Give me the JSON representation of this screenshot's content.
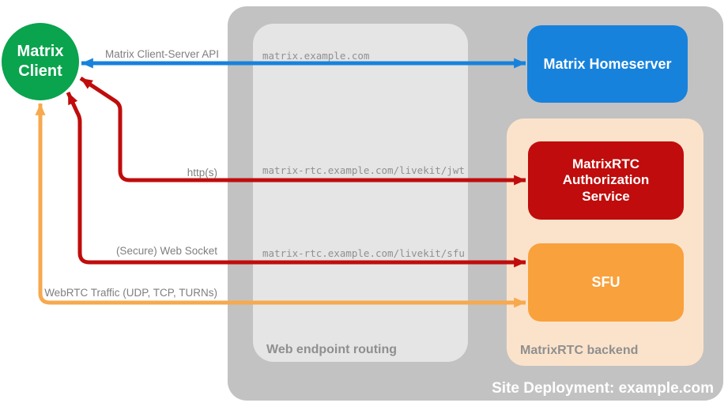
{
  "containers": {
    "site_deployment": {
      "label": "Site Deployment: example.com",
      "color": "#c2c2c2",
      "label_color": "#ffffff"
    },
    "web_endpoint_routing": {
      "label": "Web endpoint routing",
      "color": "#e5e5e5",
      "label_color": "#8f8f8f"
    },
    "matrixrtc_backend": {
      "label": "MatrixRTC backend",
      "color": "#fbe3cb",
      "label_color": "#8f8f8f"
    }
  },
  "nodes": {
    "matrix_client": {
      "label": "Matrix\nClient",
      "color": "#0aa34e"
    },
    "matrix_homeserver": {
      "label": "Matrix Homeserver",
      "color": "#1782dc"
    },
    "matrixrtc_auth_service": {
      "label": "MatrixRTC Authorization Service",
      "color": "#c00c0c"
    },
    "sfu": {
      "label": "SFU",
      "color": "#f9a13c"
    }
  },
  "edges": [
    {
      "label": "Matrix Client-Server API",
      "endpoint": "matrix.example.com",
      "color": "#1782dc",
      "from": "matrix_client",
      "to": "matrix_homeserver",
      "bidirectional": true
    },
    {
      "label": "http(s)",
      "endpoint": "matrix-rtc.example.com/livekit/jwt",
      "color": "#c00c0c",
      "from": "matrix_client",
      "to": "matrixrtc_auth_service",
      "bidirectional": true
    },
    {
      "label": "(Secure) Web Socket",
      "endpoint": "matrix-rtc.example.com/livekit/sfu",
      "color": "#c00c0c",
      "from": "matrix_client",
      "to": "sfu",
      "bidirectional": true
    },
    {
      "label": "WebRTC Traffic (UDP, TCP, TURNs)",
      "endpoint": "",
      "color": "#f7a94e",
      "from": "matrix_client",
      "to": "sfu",
      "bidirectional": true
    }
  ]
}
